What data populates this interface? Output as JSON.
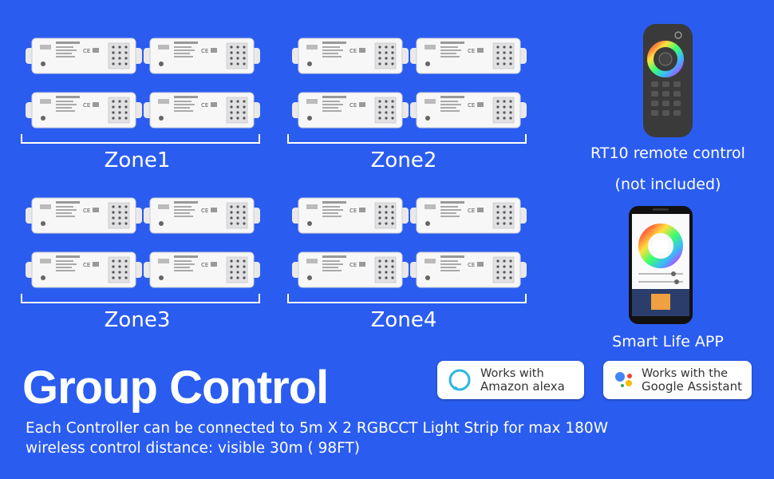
{
  "zones": [
    {
      "label": "Zone1"
    },
    {
      "label": "Zone2"
    },
    {
      "label": "Zone3"
    },
    {
      "label": "Zone4"
    }
  ],
  "remote": {
    "line1": "RT10 remote control",
    "line2": "(not included)"
  },
  "app": {
    "label": "Smart Life APP"
  },
  "headline": "Group Control",
  "description": {
    "line1": "Each Controller can be connected to 5m X 2 RGBCCT Light Strip for max 180W",
    "line2": "wireless control distance: visible 30m ( 98FT)"
  },
  "badges": {
    "alexa": {
      "line1": "Works with",
      "line2": "Amazon alexa"
    },
    "google": {
      "line1": "Works  with the",
      "line2": "Google Assistant"
    }
  },
  "colors": {
    "background": "#2a5cf0",
    "text": "#ffffff"
  }
}
